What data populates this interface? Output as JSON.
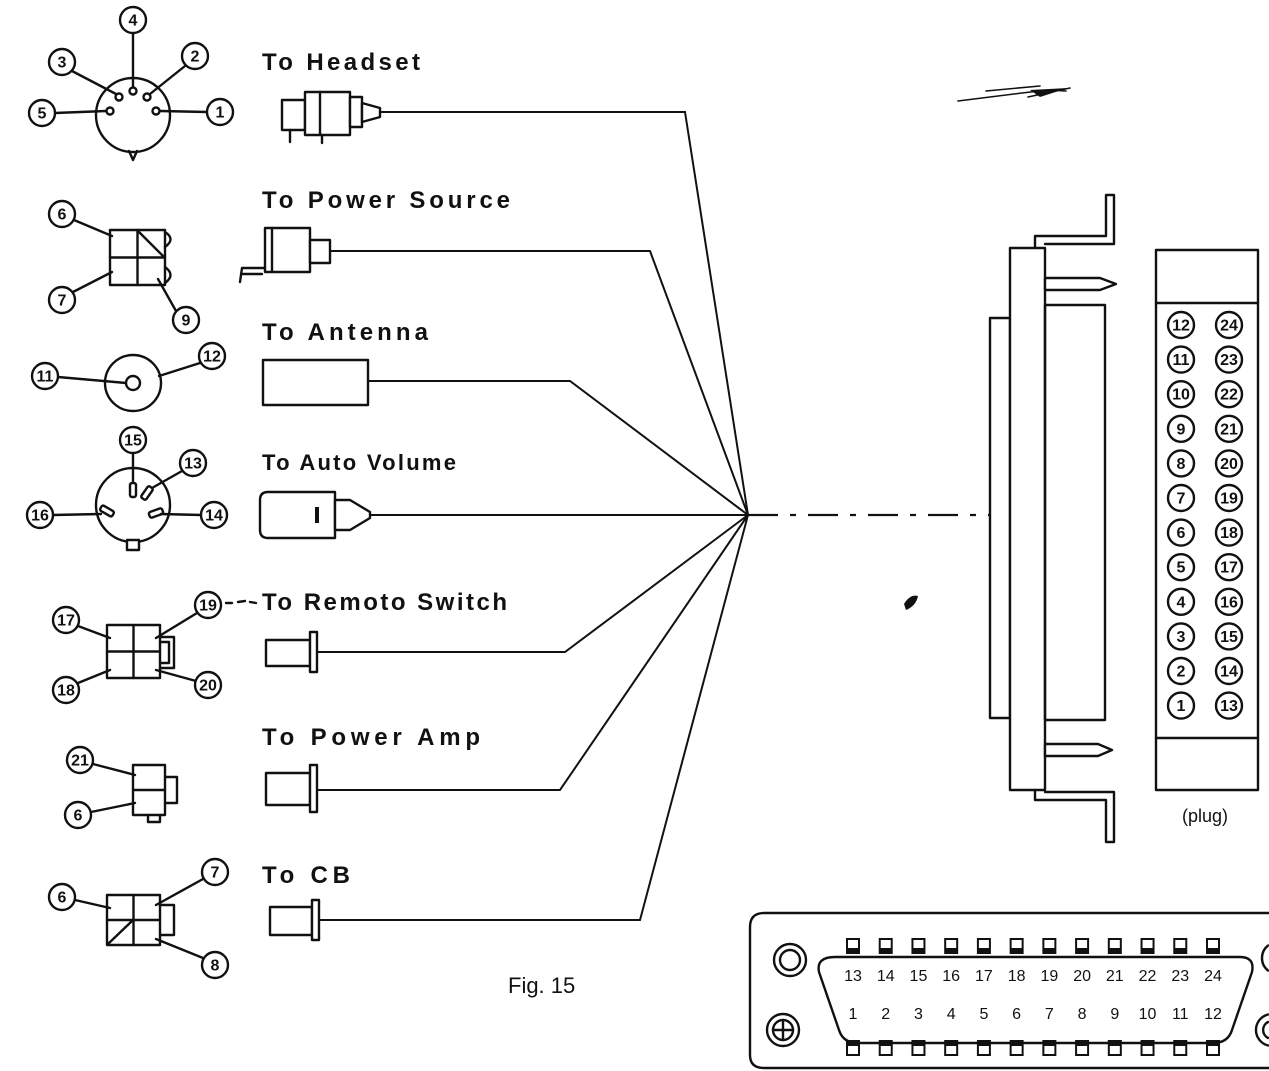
{
  "figure": {
    "caption": "Fig. 15"
  },
  "cables": [
    {
      "label": "To Headset",
      "pins": [
        "4",
        "3",
        "2",
        "5",
        "1"
      ]
    },
    {
      "label": "To Power Source",
      "pins": [
        "6",
        "7",
        "9"
      ]
    },
    {
      "label": "To Antenna",
      "pins": [
        "11",
        "12"
      ]
    },
    {
      "label": "To Auto Volume",
      "pins": [
        "15",
        "13",
        "16",
        "14"
      ]
    },
    {
      "label": "To Remoto Switch",
      "pins": [
        "17",
        "19",
        "18",
        "20"
      ]
    },
    {
      "label": "To Power Amp",
      "pins": [
        "21",
        "6"
      ]
    },
    {
      "label": "To CB",
      "pins": [
        "6",
        "7",
        "8"
      ]
    }
  ],
  "plug": {
    "label": "(plug)",
    "left_column": [
      "12",
      "11",
      "10",
      "9",
      "8",
      "7",
      "6",
      "5",
      "4",
      "3",
      "2",
      "1"
    ],
    "right_column": [
      "24",
      "23",
      "22",
      "21",
      "20",
      "19",
      "18",
      "17",
      "16",
      "15",
      "14",
      "13"
    ]
  },
  "socket_face": {
    "top_row": [
      "13",
      "14",
      "15",
      "16",
      "17",
      "18",
      "19",
      "20",
      "21",
      "22",
      "23",
      "24"
    ],
    "bottom_row": [
      "1",
      "2",
      "3",
      "4",
      "5",
      "6",
      "7",
      "8",
      "9",
      "10",
      "11",
      "12"
    ]
  }
}
